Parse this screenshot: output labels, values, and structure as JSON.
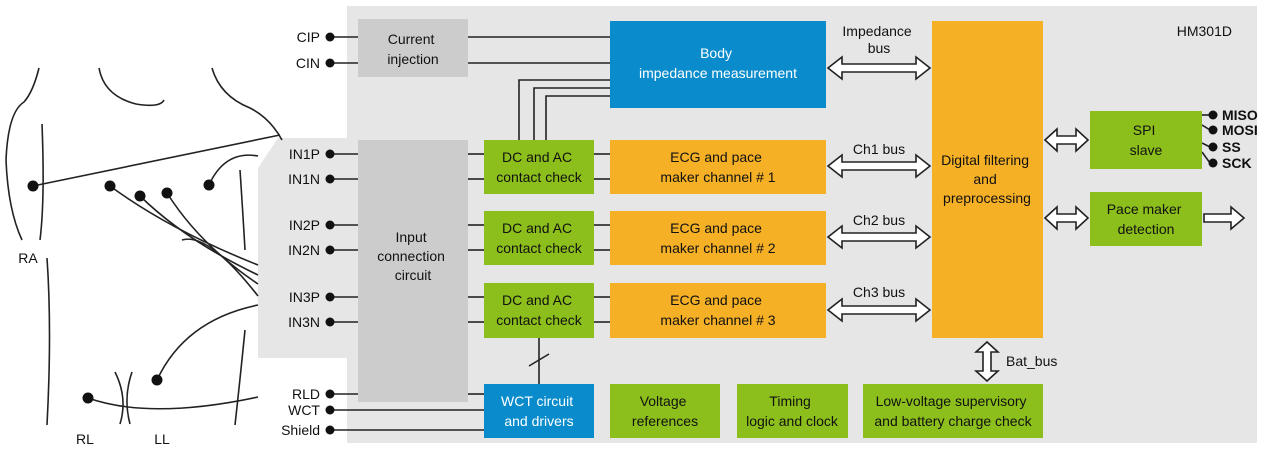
{
  "chip_label": "HM301D",
  "colors": {
    "chip_bg": "#e6e6e6",
    "grey_block": "#cccccc",
    "green": "#8cbf1c",
    "orange": "#f5b026",
    "blue": "#0a8ccc",
    "line": "#222222"
  },
  "pins_left": {
    "cip": "CIP",
    "cin": "CIN",
    "in1p": "IN1P",
    "in1n": "IN1N",
    "in2p": "IN2P",
    "in2n": "IN2N",
    "in3p": "IN3P",
    "in3n": "IN3N",
    "rld": "RLD",
    "wct": "WCT",
    "shield": "Shield"
  },
  "pins_right": {
    "miso": "MISO",
    "mosi": "MOSI",
    "ss": "SS",
    "sck": "SCK"
  },
  "body_labels": {
    "ra": "RA",
    "rl": "RL",
    "ll": "LL"
  },
  "blocks": {
    "current_injection": [
      "Current",
      "injection"
    ],
    "input_connection": [
      "Input",
      "connection",
      "circuit"
    ],
    "body_impedance": [
      "Body",
      "impedance measurement"
    ],
    "dc_ac_1": [
      "DC and AC",
      "contact check"
    ],
    "dc_ac_2": [
      "DC and AC",
      "contact check"
    ],
    "dc_ac_3": [
      "DC and AC",
      "contact check"
    ],
    "ecg_1": [
      "ECG and pace",
      "maker channel # 1"
    ],
    "ecg_2": [
      "ECG and pace",
      "maker channel # 2"
    ],
    "ecg_3": [
      "ECG and pace",
      "maker channel # 3"
    ],
    "digital_filtering": [
      "Digital filtering",
      "and",
      "preprocessing"
    ],
    "spi_slave": [
      "SPI",
      "slave"
    ],
    "pace_detection": [
      "Pace maker",
      "detection"
    ],
    "wct_circuit": [
      "WCT circuit",
      "and drivers"
    ],
    "voltage_references": [
      "Voltage",
      "references"
    ],
    "timing_logic": [
      "Timing",
      "logic and clock"
    ],
    "low_voltage": [
      "Low-voltage supervisory",
      "and battery charge check"
    ]
  },
  "bus_labels": {
    "impedance_bus": [
      "Impedance",
      "bus"
    ],
    "ch1_bus": "Ch1 bus",
    "ch2_bus": "Ch2 bus",
    "ch3_bus": "Ch3 bus",
    "bat_bus": "Bat_bus"
  }
}
